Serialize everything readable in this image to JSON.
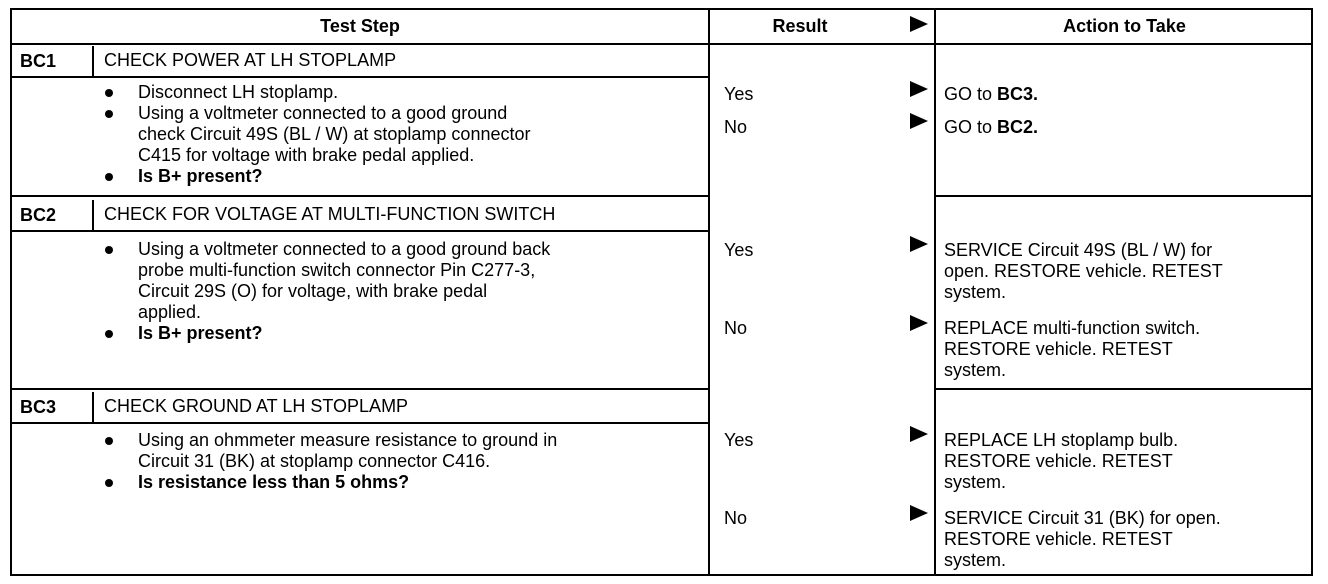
{
  "headers": {
    "test_step": "Test Step",
    "result": "Result",
    "action": "Action to Take"
  },
  "steps": [
    {
      "code": "BC1",
      "title": "CHECK POWER AT LH STOPLAMP",
      "b1": "Disconnect LH stoplamp.",
      "b2_l1": "Using a voltmeter connected to a good ground",
      "b2_l2": "check Circuit 49S (BL / W) at stoplamp connector",
      "b2_l3": "C415 for voltage with brake pedal applied.",
      "b3": "Is B+ present?",
      "yes": "Yes",
      "no": "No",
      "yes_action_prefix": "GO to ",
      "yes_action_bold": "BC3.",
      "no_action_prefix": "GO to ",
      "no_action_bold": "BC2."
    },
    {
      "code": "BC2",
      "title": "CHECK FOR VOLTAGE AT MULTI-FUNCTION SWITCH",
      "b1_l1": "Using a voltmeter connected to a good ground back",
      "b1_l2": "probe multi-function switch connector Pin C277-3,",
      "b1_l3": "Circuit 29S (O) for voltage, with brake pedal",
      "b1_l4": "applied.",
      "b2": "Is B+ present?",
      "yes": "Yes",
      "no": "No",
      "yes_action_l1": "SERVICE Circuit 49S (BL / W) for",
      "yes_action_l2": "open. RESTORE vehicle. RETEST",
      "yes_action_l3": "system.",
      "no_action_l1": "REPLACE multi-function switch.",
      "no_action_l2": "RESTORE vehicle. RETEST",
      "no_action_l3": "system."
    },
    {
      "code": "BC3",
      "title": "CHECK GROUND AT LH STOPLAMP",
      "b1_l1": "Using an ohmmeter measure resistance to ground in",
      "b1_l2": "Circuit 31 (BK) at stoplamp connector C416.",
      "b2": "Is resistance less than 5 ohms?",
      "yes": "Yes",
      "no": "No",
      "yes_action_l1": "REPLACE LH stoplamp bulb.",
      "yes_action_l2": "RESTORE vehicle. RETEST",
      "yes_action_l3": "system.",
      "no_action_l1": "SERVICE Circuit 31 (BK) for open.",
      "no_action_l2": "RESTORE vehicle. RETEST",
      "no_action_l3": "system."
    }
  ]
}
